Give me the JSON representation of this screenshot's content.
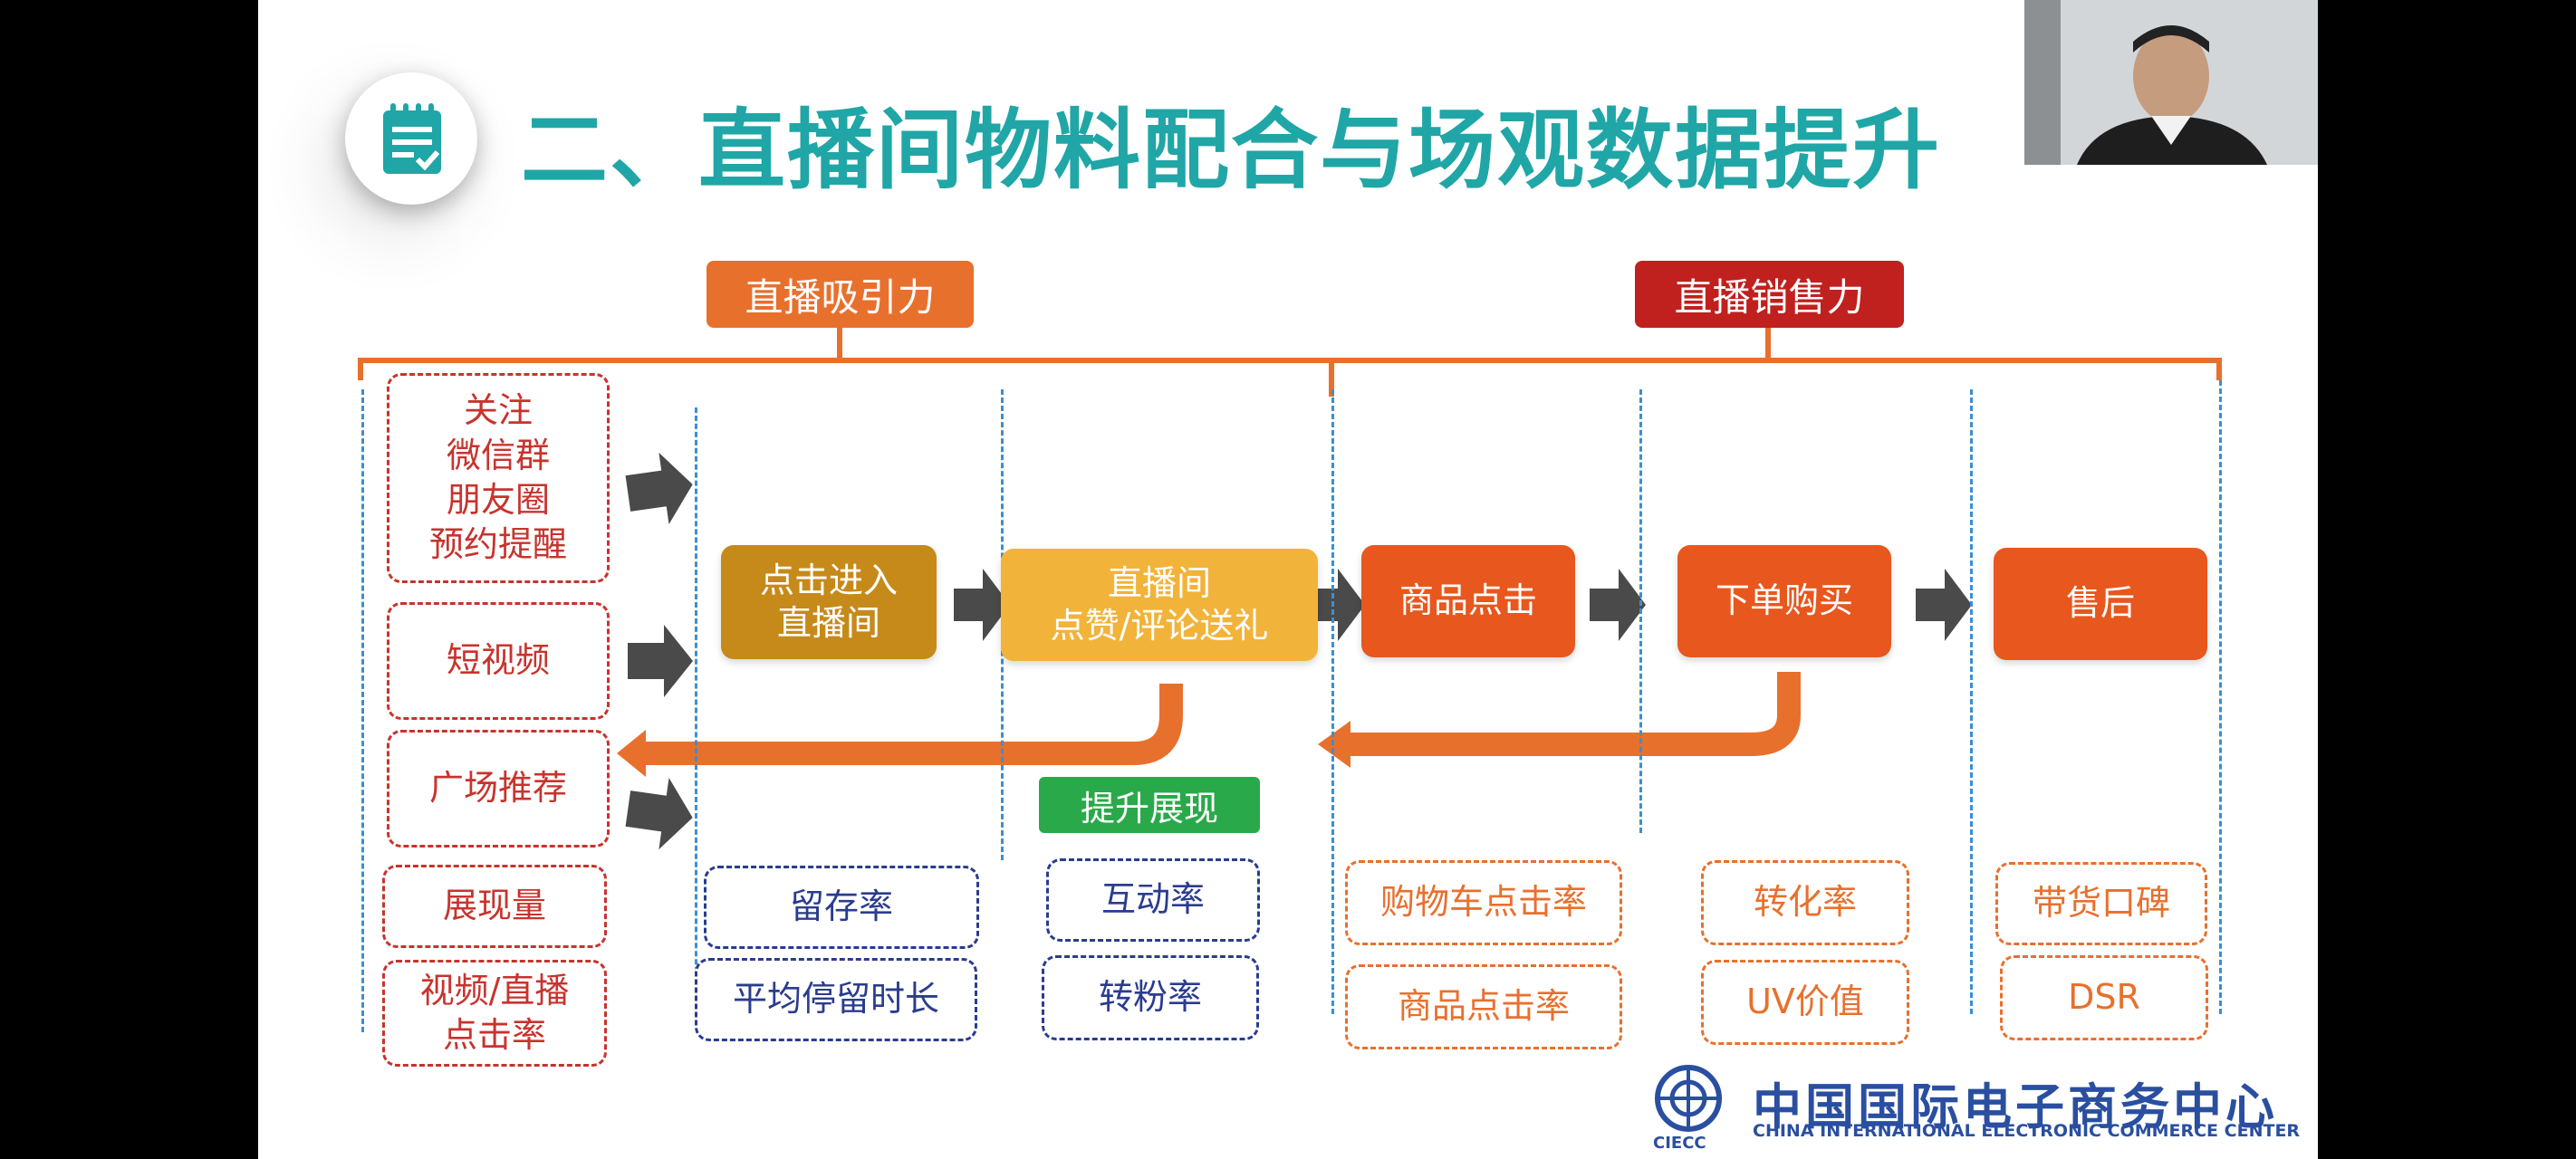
{
  "title": "二、直播间物料配合与场观数据提升",
  "categories": {
    "attraction": "直播吸引力",
    "sales": "直播销售力"
  },
  "sources": {
    "follow": [
      "关注",
      "微信群",
      "朋友圈",
      "预约提醒"
    ],
    "short_video": "短视频",
    "square": "广场推荐"
  },
  "flow": {
    "enter": [
      "点击进入",
      "直播间"
    ],
    "interact": [
      "直播间",
      "点赞/评论送礼"
    ],
    "product_click": "商品点击",
    "order": "下单购买",
    "after_sale": "售后"
  },
  "boost_label": "提升展现",
  "metrics": {
    "col1": [
      "展现量",
      "视频/直播",
      "点击率"
    ],
    "col2": [
      "留存率",
      "平均停留时长"
    ],
    "col3": [
      "互动率",
      "转粉率"
    ],
    "col4": [
      "购物车点击率",
      "商品点击率"
    ],
    "col5": [
      "转化率",
      "UV价值"
    ],
    "col6": [
      "带货口碑",
      "DSR"
    ]
  },
  "logo": {
    "cn": "中国国际电子商务中心",
    "en": "CHINA INTERNATIONAL ELECTRONIC COMMERCE CENTER",
    "abbr": "CIECC"
  },
  "colors": {
    "title": "#20a6a6",
    "orange": "#e8702d",
    "dark_red": "#c0201e",
    "gold": "#c68a1b",
    "yellow": "#f2b33a",
    "green": "#2aa94a",
    "blue": "#2a3c8e",
    "red": "#c8332d"
  }
}
